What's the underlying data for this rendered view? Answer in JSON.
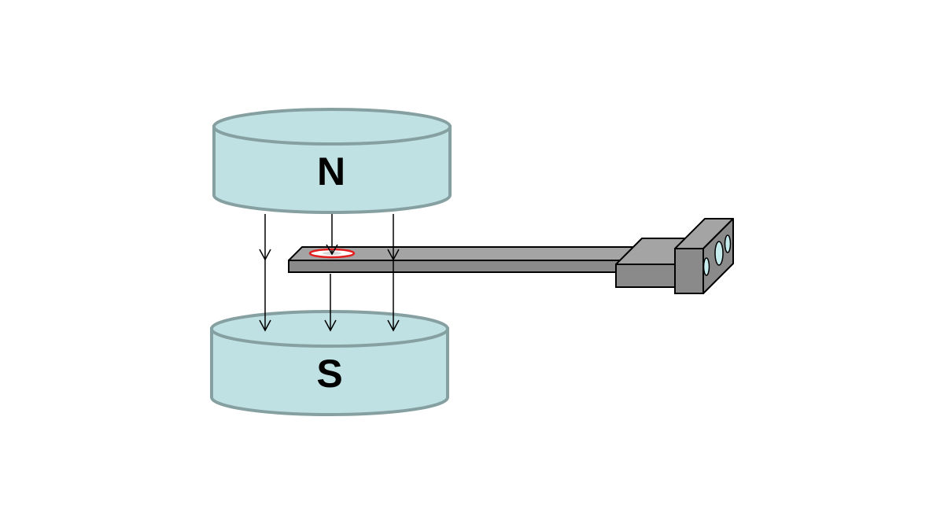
{
  "diagram": {
    "north_magnet": {
      "label": "N"
    },
    "south_magnet": {
      "label": "S"
    },
    "field_lines": {
      "count": 3,
      "direction": "north-to-south"
    },
    "probe": {
      "sensor_marker": "red-ring"
    }
  },
  "colors": {
    "background": "#ffffff",
    "magnet_fill": "#bfe1e4",
    "magnet_stroke": "#86a0a1",
    "probe_top": "#a4a4a4",
    "probe_side": "#8a8a8a",
    "probe_outline": "#000000",
    "sensor_ring": "#e21f1f",
    "sensor_center": "#ffffff",
    "lens_fill": "#c7ecee",
    "field_line": "#000000",
    "label": "#000000"
  }
}
